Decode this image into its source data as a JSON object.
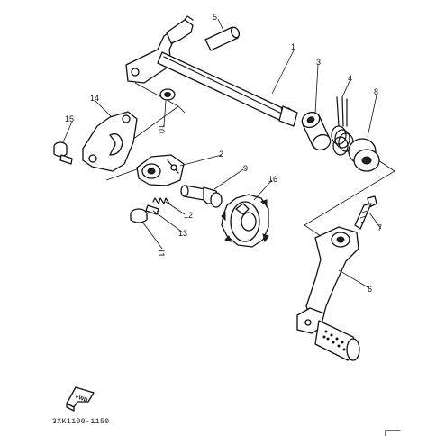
{
  "callouts": {
    "n1": "1",
    "n2": "2",
    "n3": "3",
    "n4": "4",
    "n5": "5",
    "n6": "6",
    "n7": "7",
    "n8": "8",
    "n9": "9",
    "n10": "10",
    "n11": "11",
    "n12": "12",
    "n13": "13",
    "n14": "14",
    "n15": "15",
    "n16": "16"
  },
  "fwd_label": "FWD",
  "diagram_code": "3XK1100-1150",
  "colors": {
    "ink": "#111111",
    "paper": "#ffffff"
  }
}
